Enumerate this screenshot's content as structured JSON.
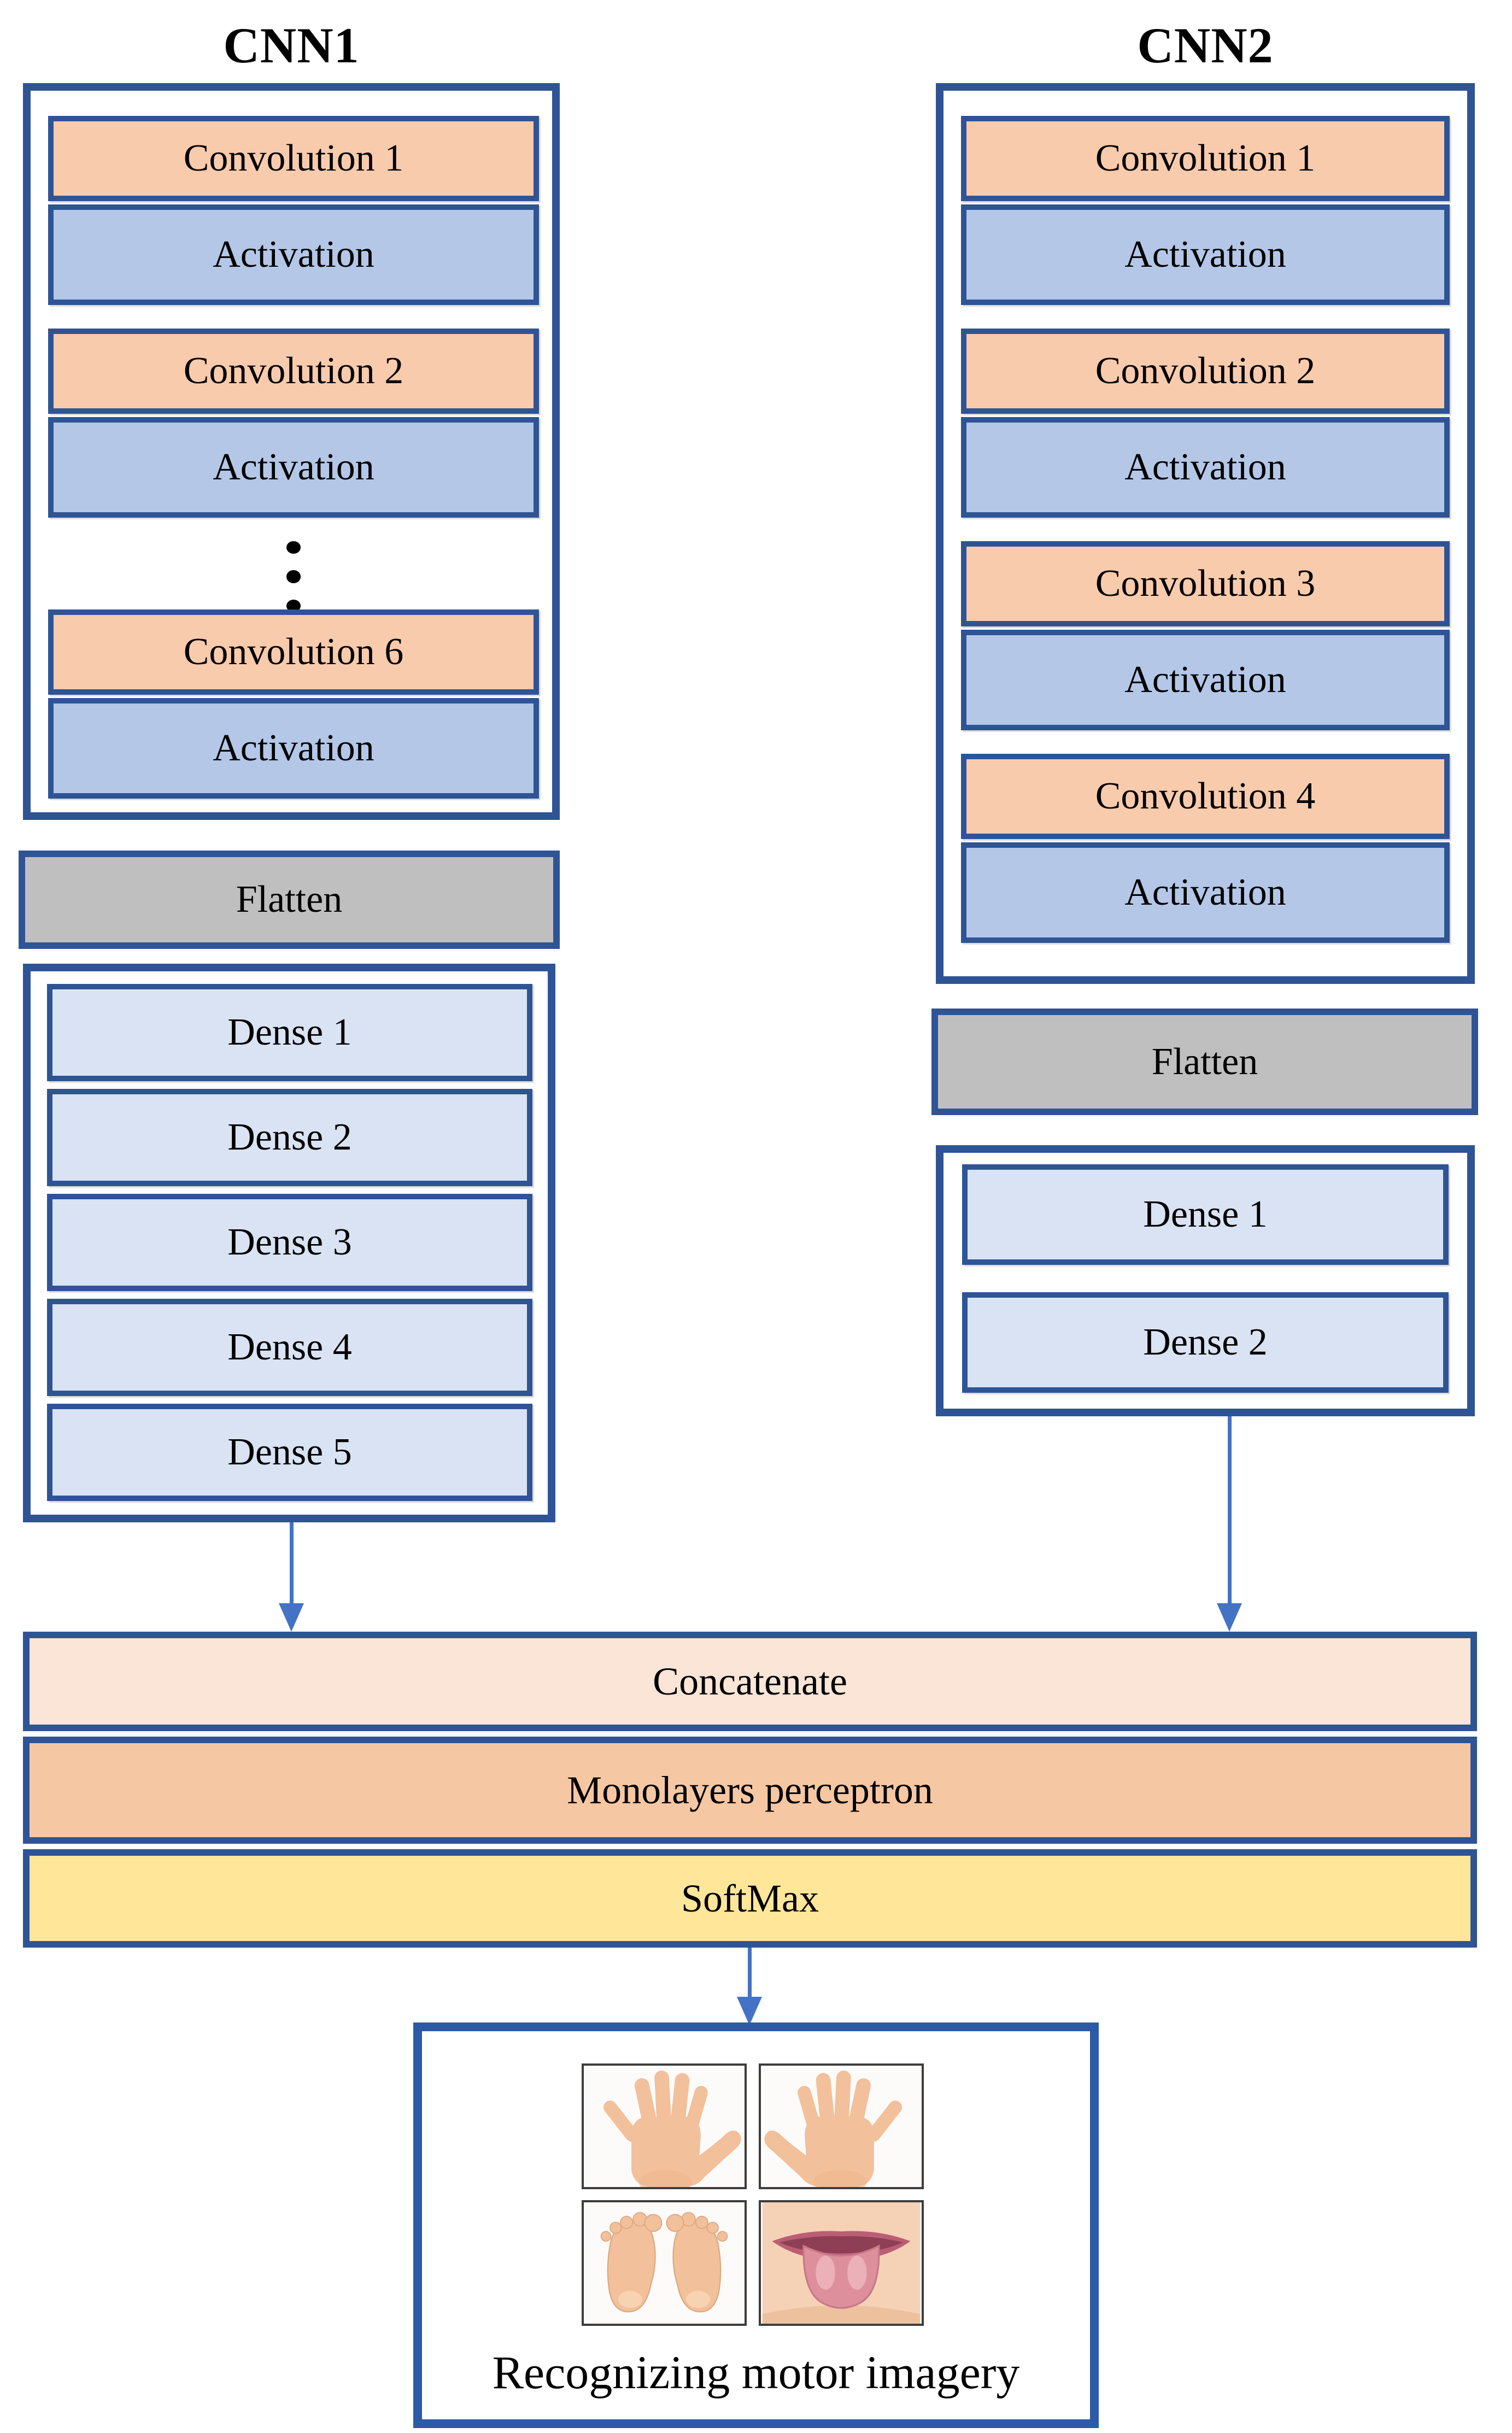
{
  "cnn1": {
    "title": "CNN1",
    "conv1": "Convolution 1",
    "act1": "Activation",
    "conv2": "Convolution 2",
    "act2": "Activation",
    "ellipsis": "⋮",
    "conv6": "Convolution 6",
    "act6": "Activation",
    "flatten": "Flatten",
    "dense1": "Dense 1",
    "dense2": "Dense 2",
    "dense3": "Dense 3",
    "dense4": "Dense 4",
    "dense5": "Dense 5"
  },
  "cnn2": {
    "title": "CNN2",
    "conv1": "Convolution 1",
    "act1": "Activation",
    "conv2": "Convolution 2",
    "act2": "Activation",
    "conv3": "Convolution 3",
    "act3": "Activation",
    "conv4": "Convolution 4",
    "act4": "Activation",
    "flatten": "Flatten",
    "dense1": "Dense 1",
    "dense2": "Dense 2"
  },
  "fusion": {
    "concatenate": "Concatenate",
    "perceptron": "Monolayers perceptron",
    "softmax": "SoftMax"
  },
  "output": {
    "caption": "Recognizing motor imagery",
    "images": [
      "left-hand-image",
      "right-hand-image",
      "feet-image",
      "tongue-image"
    ]
  },
  "colors": {
    "border-blue": "#2F5496",
    "conv-fill": "#F8CBAD",
    "act-fill": "#B4C7E7",
    "dense-fill": "#DAE3F3",
    "flatten-fill": "#BFBFBF",
    "concat-fill": "#FBE5D6",
    "perceptron-fill": "#F6C7A3",
    "softmax-fill": "#FFE699",
    "arrow-blue": "#4472C4",
    "result-border": "#2C5AA6",
    "skin": "#F2C09B",
    "skin-shade": "#E2A67F",
    "lip": "#BB5E74",
    "tongue-pink": "#DE8F9C"
  }
}
